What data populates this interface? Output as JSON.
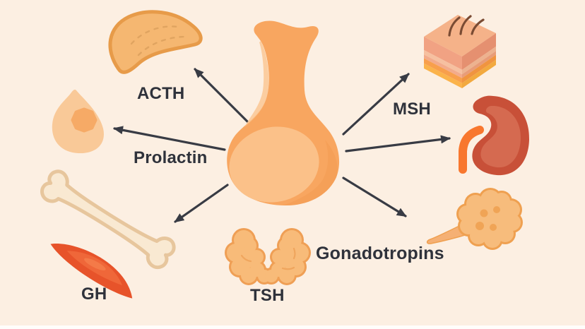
{
  "figure": {
    "type": "anatomy-diagram",
    "subject": "pituitary-gland-hormones",
    "background_color": "#FCEFE2",
    "arrow_color": "#383B44",
    "label_color": "#2F323B",
    "center_organ": "pituitary-gland",
    "organ_icons": [
      "pituitary-gland-icon",
      "adrenal-gland-icon",
      "mammary-gland-icon",
      "skin-icon",
      "kidney-icon",
      "bone-icon",
      "muscle-icon",
      "thyroid-gland-icon",
      "ovary-icon"
    ]
  },
  "connections": [
    {
      "target_organ": "adrenal-gland",
      "hormone_label": "ACTH",
      "arrow": true
    },
    {
      "target_organ": "mammary-gland",
      "hormone_label": "Prolactin",
      "arrow": true
    },
    {
      "target_organ": "bone-and-muscle",
      "hormone_label": "GH",
      "arrow": true
    },
    {
      "target_organ": "skin",
      "hormone_label": "MSH",
      "arrow": true
    },
    {
      "target_organ": "kidney",
      "hormone_label": "",
      "arrow": true
    },
    {
      "target_organ": "gonads",
      "hormone_label": "Gonadotropins",
      "arrow": true
    },
    {
      "target_organ": "thyroid-gland",
      "hormone_label": "TSH",
      "arrow": false
    }
  ]
}
